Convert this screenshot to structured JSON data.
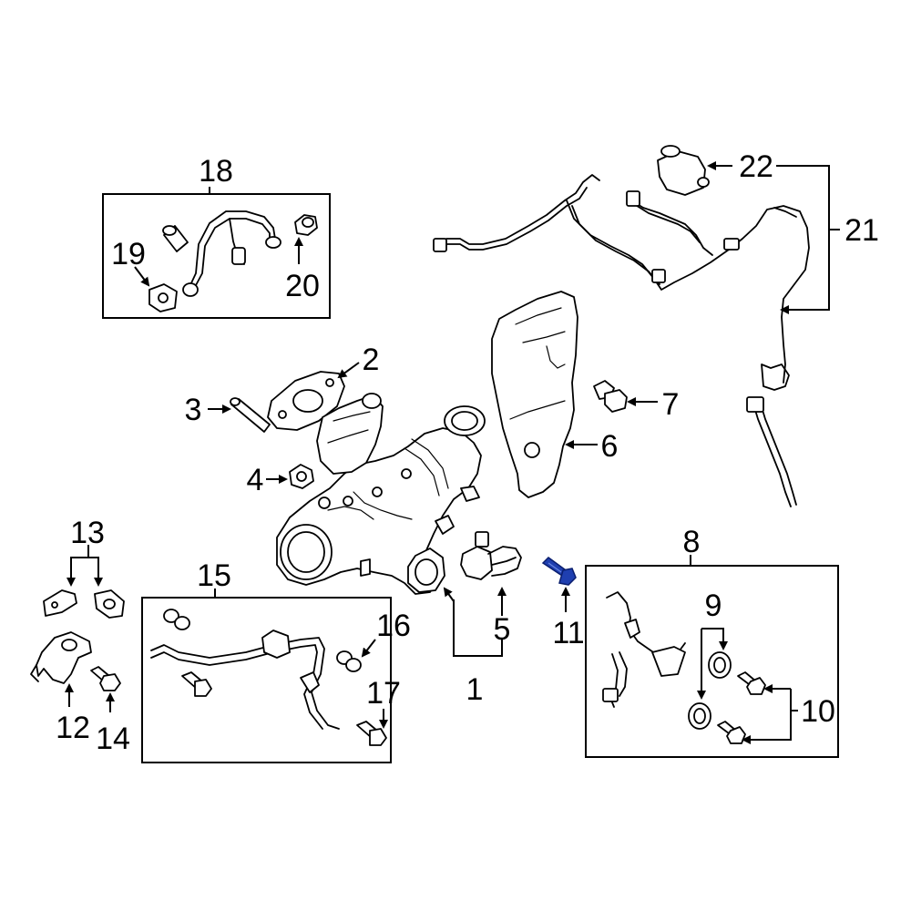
{
  "diagram": {
    "callouts": {
      "c1": "1",
      "c2": "2",
      "c3": "3",
      "c4": "4",
      "c5": "5",
      "c6": "6",
      "c7": "7",
      "c8": "8",
      "c9": "9",
      "c10": "10",
      "c11": "11",
      "c12": "12",
      "c13": "13",
      "c14": "14",
      "c15": "15",
      "c16": "16",
      "c17": "17",
      "c18": "18",
      "c19": "19",
      "c20": "20",
      "c21": "21",
      "c22": "22"
    },
    "highlight_color": "#1f3fb0",
    "line_color": "#000000",
    "background": "#ffffff"
  }
}
